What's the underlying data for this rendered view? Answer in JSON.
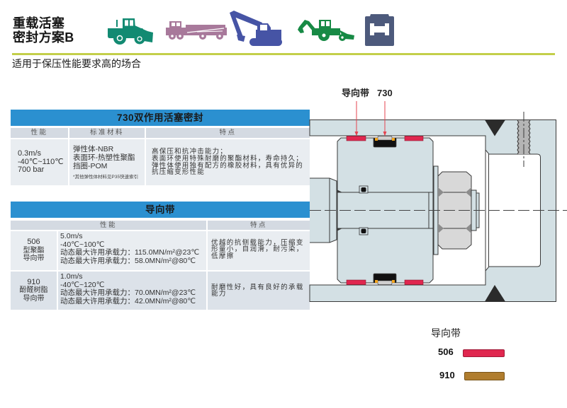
{
  "header": {
    "title": [
      "重载活塞",
      "密封方案B"
    ],
    "subtitle": "适用于保压性能要求高的场合",
    "accent_color": "#c3cf4a",
    "application_icons": [
      {
        "icon": "wheel-loader-icon",
        "color": "#128a72"
      },
      {
        "icon": "truck-crane-icon",
        "color": "#a8799b"
      },
      {
        "icon": "excavator-icon",
        "color": "#4654a5"
      },
      {
        "icon": "backhoe-loader-icon",
        "color": "#178a45"
      },
      {
        "icon": "press-icon",
        "color": "#4d5a7c"
      }
    ]
  },
  "seal_table": {
    "title": "730双作用活塞密封",
    "header_color": "#2b90d0",
    "columns": [
      "性能",
      "标准材料",
      "特点"
    ],
    "row": {
      "performance": [
        "0.3m/s",
        "-40℃~110℃",
        "700 bar"
      ],
      "materials": [
        "弹性体-NBR",
        "表面环-热塑性聚酯",
        "挡圈-POM"
      ],
      "materials_note": "*其他弹性体材料见P35快速索引",
      "features": [
        "高保压和抗冲击能力；",
        "表面环使用特殊耐磨的聚酯材料，寿命持久；",
        "弹性体使用独有配方的橡胶材料，具有优异的",
        "抗压缩变形性能"
      ]
    }
  },
  "guide_band_table": {
    "title": "导向带",
    "header_color": "#2b90d0",
    "columns": [
      "性能",
      "特点"
    ],
    "rows": [
      {
        "name": [
          "506",
          "型聚酯",
          "导向带"
        ],
        "performance": [
          "5.0m/s",
          "-40℃~100℃",
          "动态最大许用承载力：115.0MN/m²@23℃",
          "动态最大许用承载力：58.0MN/m²@80℃"
        ],
        "features": [
          "优越的抗侧载能力，压缩变",
          "形量小，自润滑，耐污染，",
          "低摩擦"
        ]
      },
      {
        "name": [
          "910",
          "酚醛树脂",
          "导向带"
        ],
        "performance": [
          "1.0m/s",
          "-40℃~120℃",
          "动态最大许用承载力：70.0MN/m²@23℃",
          "动态最大许用承载力：42.0MN/m²@80℃"
        ],
        "features": [
          "耐磨性好，具有良好的承载",
          "能力"
        ]
      }
    ]
  },
  "diagram": {
    "callouts": [
      "导向带",
      "730"
    ],
    "callout_color": "#e5434f"
  },
  "legend": {
    "title": "导向带",
    "items": [
      {
        "code": "506",
        "color": "#e0274f"
      },
      {
        "code": "910",
        "color": "#b07d2e"
      }
    ]
  }
}
